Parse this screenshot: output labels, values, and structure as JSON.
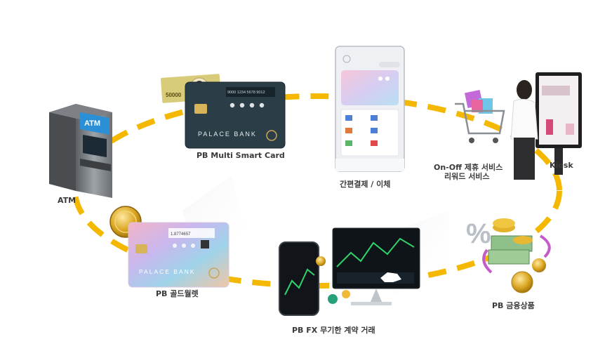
{
  "nodes": {
    "atm": {
      "label": "ATM",
      "screen_text": "ATM"
    },
    "smart_card": {
      "label": "PB Multi Smart Card",
      "brand": "PALACE BANK",
      "number": "9000 1234 5678 9012",
      "banknote": "50000"
    },
    "mobile_pay": {
      "label": "간편결제 / 이체"
    },
    "kiosk": {
      "label": "Kiosk"
    },
    "on_off": {
      "label_line1": "On-Off 제휴 서비스",
      "label_line2": "리워드 서비스"
    },
    "financial": {
      "label": "PB 금융상품"
    },
    "fx": {
      "label": "PB FX 무기한 계약 거래"
    },
    "gold_wallet": {
      "label": "PB 골드월렛",
      "brand": "PALACE BANK",
      "balance": "1.8774657"
    }
  },
  "colors": {
    "ring": "#F5B800",
    "card_dark": "#2B3E48"
  }
}
